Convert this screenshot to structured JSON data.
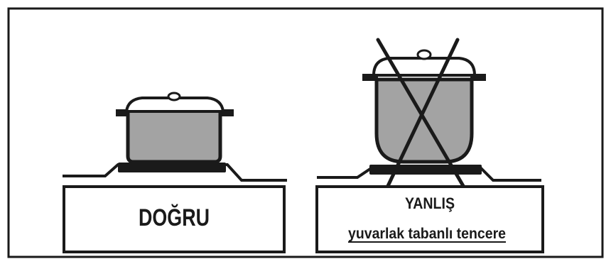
{
  "correct": {
    "label": "DOĞRU"
  },
  "wrong": {
    "label": "YANLIŞ",
    "caption": "yuvarlak tabanlı tencere"
  },
  "colors": {
    "stroke": "#1a1a1a",
    "pot_fill": "#a3a3a3",
    "lid_fill": "#ffffff",
    "background": "#ffffff"
  }
}
